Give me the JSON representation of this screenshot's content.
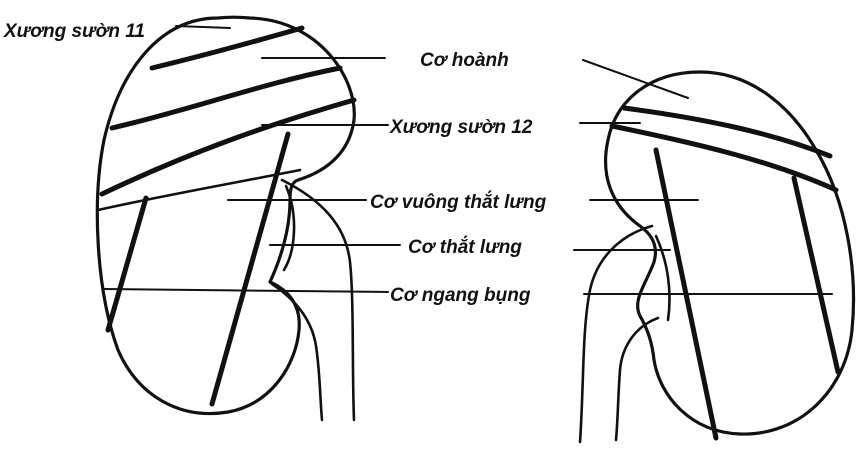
{
  "labels": {
    "rib11": "Xương sườn 11",
    "diaphragm": "Cơ hoành",
    "rib12": "Xương sườn 12",
    "quadratus": "Cơ vuông thắt lưng",
    "psoas": "Cơ thắt lưng",
    "transversus": "Cơ ngang bụng"
  },
  "colors": {
    "ink": "#111111",
    "background": "#ffffff"
  }
}
